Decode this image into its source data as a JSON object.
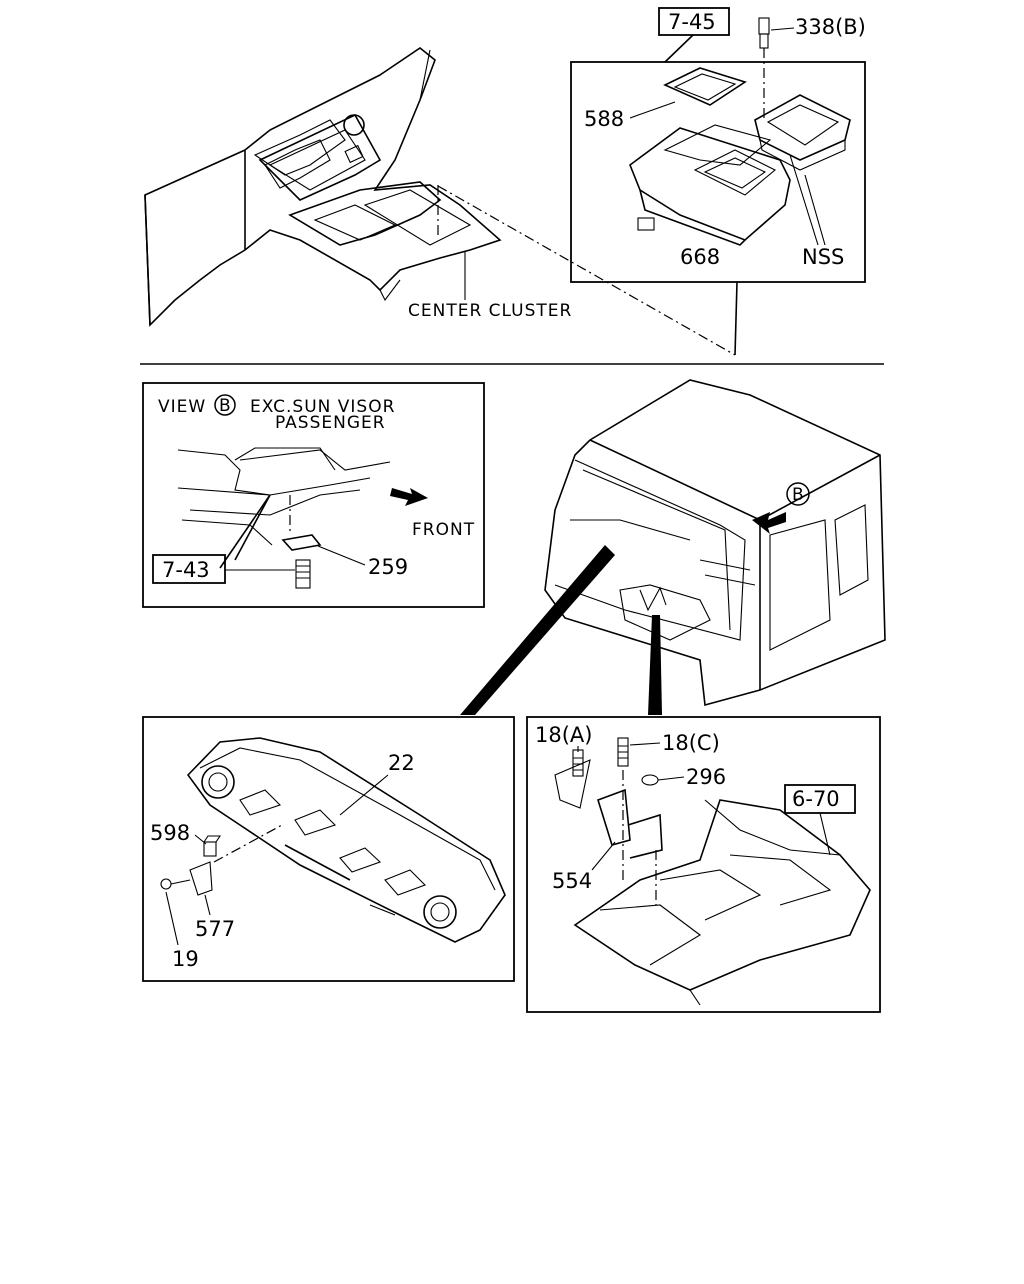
{
  "diagram": {
    "top_section": {
      "ref_box_label": "7-45",
      "label_center_cluster": "CENTER CLUSTER",
      "callouts": {
        "c338": "338(B)",
        "c588": "588",
        "c668": "668",
        "nss": "NSS"
      }
    },
    "view_b_inset": {
      "title_line1": "VIEW",
      "view_circle": "B",
      "title_line1_rest": "EXC.SUN VISOR",
      "title_line2": "PASSENGER",
      "front_label": "FRONT",
      "ref_box_label": "7-43",
      "callout_259": "259"
    },
    "cab": {
      "view_marker": "B"
    },
    "dash_panel_inset": {
      "callouts": {
        "c22": "22",
        "c598": "598",
        "c577": "577",
        "c19": "19"
      }
    },
    "floor_inset": {
      "ref_box_label": "6-70",
      "callouts": {
        "c18a": "18(A)",
        "c18c": "18(C)",
        "c296": "296",
        "c554": "554"
      }
    }
  }
}
